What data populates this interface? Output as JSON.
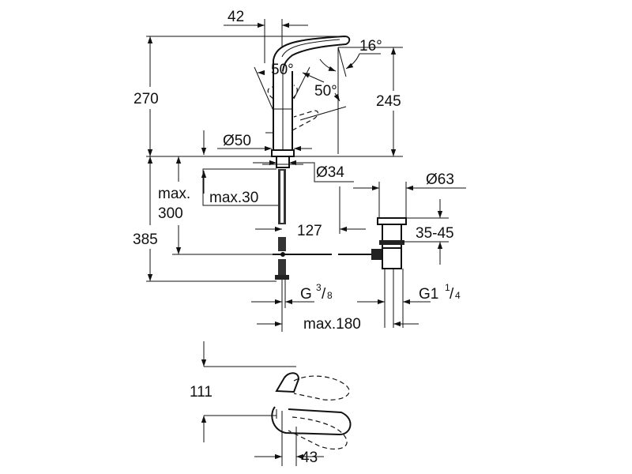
{
  "labels": {
    "spout_offset": "42",
    "total_height": "270",
    "spout_height": "245",
    "spout_angle": "16°",
    "lever_angle_left": "50°",
    "lever_angle_right": "50°",
    "base_diameter": "Ø50",
    "hole_diameter": "Ø34",
    "waste_diameter": "Ø63",
    "max_thickness": "max.30",
    "max_300_line1": "max.",
    "max_300_line2": "300",
    "below_height": "385",
    "waste_distance": "127",
    "waste_range": "35-45",
    "supply_thread": "G",
    "supply_thread_num": "3",
    "supply_thread_den": "8",
    "waste_thread": "G1",
    "waste_thread_num": "1",
    "waste_thread_den": "4",
    "max_180": "max.180",
    "lever_clearance": "111",
    "lever_offset": "43"
  }
}
